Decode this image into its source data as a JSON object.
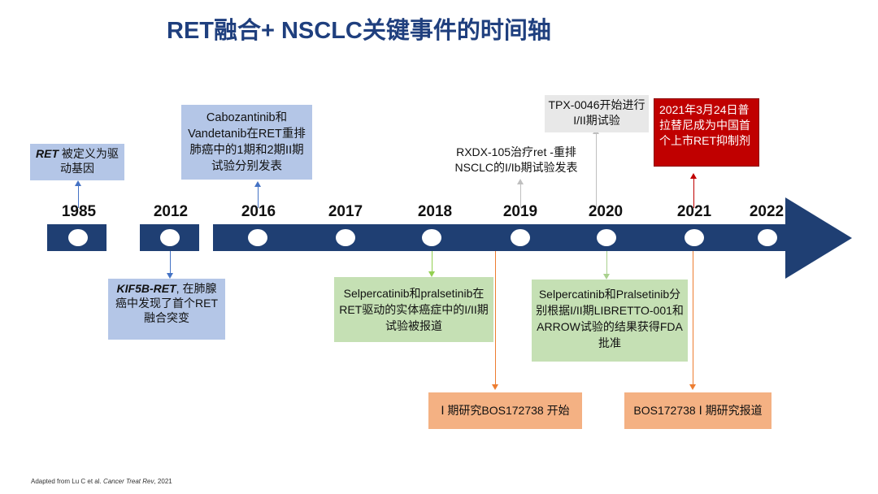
{
  "title": "RET融合+ NSCLC关键事件的时间轴",
  "timeline": {
    "years": [
      "1985",
      "2012",
      "2016",
      "2017",
      "2018",
      "2019",
      "2020",
      "2021",
      "2022"
    ]
  },
  "events": {
    "e1985": {
      "gene": "RET",
      "text": " 被定义为驱动基因"
    },
    "e2012": {
      "gene": "KIF5B-RET",
      "text": ", 在肺腺癌中发现了首个RET融合突变"
    },
    "e2016": {
      "text": "Cabozantinib和Vandetanib在RET重排肺癌中的1期和2期II期试验分别发表"
    },
    "e2018": {
      "text": "Selpercatinib和pralsetinib在RET驱动的实体癌症中的I/II期试验被报道"
    },
    "e2019": {
      "text": "RXDX-105治疗ret -重排NSCLC的I/Ib期试验发表"
    },
    "e2019b": {
      "text": "TPX-0046开始进行I/II期试验"
    },
    "e2020": {
      "text": "Selpercatinib和Pralsetinib分别根据I/II期LIBRETTO-001和ARROW试验的结果获得FDA批准"
    },
    "e2021": {
      "text": "2021年3月24日普拉替尼成为中国首个上市RET抑制剂"
    },
    "bos_start": {
      "text": "Ⅰ 期研究BOS172738 开始"
    },
    "bos_report": {
      "text": "BOS172738 Ⅰ 期研究报道"
    }
  },
  "footnote": {
    "prefix": "Adapted from Lu C et al. ",
    "journal": "Cancer Treat Rev",
    "suffix": ", 2021"
  },
  "colors": {
    "timeline": "#1f3f73",
    "title": "#1f3f7e",
    "blue_box": "#b4c6e7",
    "green_box": "#c5e0b4",
    "gray_box": "#e8e8e8",
    "orange_box": "#f4b183",
    "red_box": "#c00000"
  }
}
